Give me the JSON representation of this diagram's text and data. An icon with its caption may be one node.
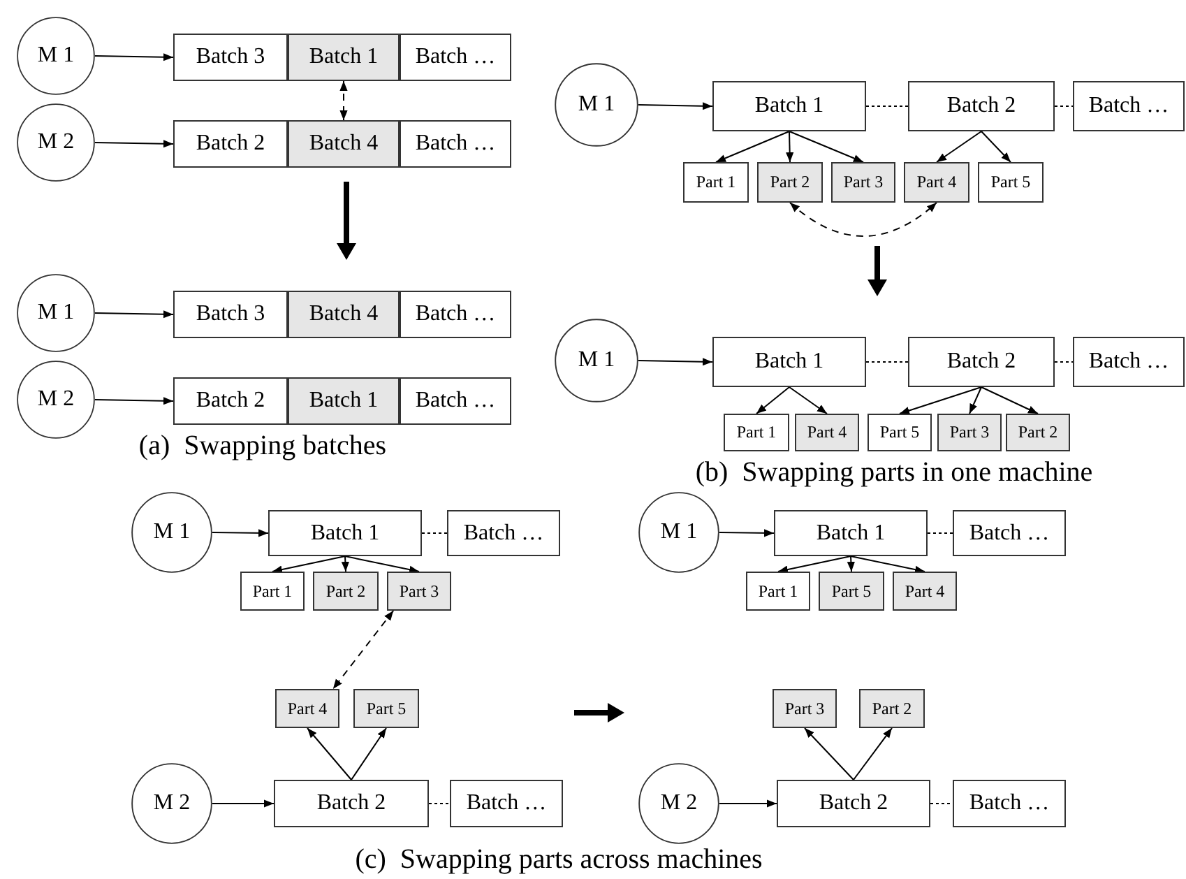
{
  "diagram": {
    "nodes": [
      {
        "text": [
          "M 1"
        ]
      },
      {
        "text": [
          "Batch 3"
        ]
      },
      {
        "text": [
          "Batch 1"
        ]
      },
      {
        "text": [
          "Batch …"
        ]
      },
      {
        "text": [
          "M 2"
        ]
      },
      {
        "text": [
          "Batch 2"
        ]
      },
      {
        "text": [
          "Batch 4"
        ]
      },
      {
        "text": [
          "Batch …"
        ]
      },
      {
        "text": [
          "M 1"
        ]
      },
      {
        "text": [
          "Batch 3"
        ]
      },
      {
        "text": [
          "Batch 4"
        ]
      },
      {
        "text": [
          "Batch …"
        ]
      },
      {
        "text": [
          "M 2"
        ]
      },
      {
        "text": [
          "Batch 2"
        ]
      },
      {
        "text": [
          "Batch 1"
        ]
      },
      {
        "text": [
          "Batch …"
        ]
      },
      {
        "text": [
          "M 1"
        ]
      },
      {
        "text": [
          "Batch 1"
        ]
      },
      {
        "text": [
          "Batch 2"
        ]
      },
      {
        "text": [
          "Batch …"
        ]
      },
      {
        "text": [
          "Part 1"
        ]
      },
      {
        "text": [
          "Part 2"
        ]
      },
      {
        "text": [
          "Part 3"
        ]
      },
      {
        "text": [
          "Part 4"
        ]
      },
      {
        "text": [
          "Part 5"
        ]
      },
      {
        "text": [
          "M 1"
        ]
      },
      {
        "text": [
          "Batch 1"
        ]
      },
      {
        "text": [
          "Batch 2"
        ]
      },
      {
        "text": [
          "Batch …"
        ]
      },
      {
        "text": [
          "Part 1"
        ]
      },
      {
        "text": [
          "Part 4"
        ]
      },
      {
        "text": [
          "Part 5"
        ]
      },
      {
        "text": [
          "Part 3"
        ]
      },
      {
        "text": [
          "Part 2"
        ]
      },
      {
        "text": [
          "M 1"
        ]
      },
      {
        "text": [
          "Batch 1"
        ]
      },
      {
        "text": [
          "Batch …"
        ]
      },
      {
        "text": [
          "Part 1"
        ]
      },
      {
        "text": [
          "Part 2"
        ]
      },
      {
        "text": [
          "Part 3"
        ]
      },
      {
        "text": [
          "Part 4"
        ]
      },
      {
        "text": [
          "Part 5"
        ]
      },
      {
        "text": [
          "M 2"
        ]
      },
      {
        "text": [
          "Batch 2"
        ]
      },
      {
        "text": [
          "Batch …"
        ]
      },
      {
        "text": [
          "M 1"
        ]
      },
      {
        "text": [
          "Batch 1"
        ]
      },
      {
        "text": [
          "Batch …"
        ]
      },
      {
        "text": [
          "Part 1"
        ]
      },
      {
        "text": [
          "Part 5"
        ]
      },
      {
        "text": [
          "Part 4"
        ]
      },
      {
        "text": [
          "Part 3"
        ]
      },
      {
        "text": [
          "Part 2"
        ]
      },
      {
        "text": [
          "M 2"
        ]
      },
      {
        "text": [
          "Batch 2"
        ]
      },
      {
        "text": [
          "Batch …"
        ]
      }
    ],
    "edges": [
      {
        "from": 0,
        "to": 1,
        "arrow": "to"
      },
      {
        "from": 2,
        "to": 6,
        "arrow": "both",
        "style": "dashed"
      },
      {
        "from": 4,
        "to": 5,
        "arrow": "to"
      },
      {
        "from": 8,
        "to": 9,
        "arrow": "to"
      },
      {
        "from": 12,
        "to": 13,
        "arrow": "to"
      },
      {
        "from": 16,
        "to": 17,
        "arrow": "to"
      },
      {
        "from": 17,
        "to": 18,
        "arrow": "none",
        "style": "dashed"
      },
      {
        "from": 18,
        "to": 19,
        "arrow": "none",
        "style": "dashed"
      },
      {
        "from": 17,
        "to": 20,
        "arrow": "to"
      },
      {
        "from": 17,
        "to": 21,
        "arrow": "to"
      },
      {
        "from": 17,
        "to": 22,
        "arrow": "to"
      },
      {
        "from": 18,
        "to": 23,
        "arrow": "to"
      },
      {
        "from": 18,
        "to": 24,
        "arrow": "to"
      },
      {
        "from": 21,
        "to": 23,
        "arrow": "both",
        "style": "dashed"
      },
      {
        "from": 25,
        "to": 26,
        "arrow": "to"
      },
      {
        "from": 26,
        "to": 27,
        "arrow": "none",
        "style": "dashed"
      },
      {
        "from": 27,
        "to": 28,
        "arrow": "none",
        "style": "dashed"
      },
      {
        "from": 26,
        "to": 29,
        "arrow": "to"
      },
      {
        "from": 26,
        "to": 30,
        "arrow": "to"
      },
      {
        "from": 27,
        "to": 31,
        "arrow": "to"
      },
      {
        "from": 27,
        "to": 32,
        "arrow": "to"
      },
      {
        "from": 27,
        "to": 33,
        "arrow": "to"
      },
      {
        "from": 34,
        "to": 35,
        "arrow": "to"
      },
      {
        "from": 35,
        "to": 36,
        "arrow": "none",
        "style": "dashed"
      },
      {
        "from": 35,
        "to": 37,
        "arrow": "to"
      },
      {
        "from": 35,
        "to": 38,
        "arrow": "to"
      },
      {
        "from": 35,
        "to": 39,
        "arrow": "to"
      },
      {
        "from": 39,
        "to": 40,
        "arrow": "both",
        "style": "dashed"
      },
      {
        "from": 43,
        "to": 40,
        "arrow": "to"
      },
      {
        "from": 43,
        "to": 41,
        "arrow": "to"
      },
      {
        "from": 42,
        "to": 43,
        "arrow": "to"
      },
      {
        "from": 43,
        "to": 44,
        "arrow": "none",
        "style": "dashed"
      },
      {
        "from": 45,
        "to": 46,
        "arrow": "to"
      },
      {
        "from": 46,
        "to": 47,
        "arrow": "none",
        "style": "dashed"
      },
      {
        "from": 46,
        "to": 48,
        "arrow": "to"
      },
      {
        "from": 46,
        "to": 49,
        "arrow": "to"
      },
      {
        "from": 46,
        "to": 50,
        "arrow": "to"
      },
      {
        "from": 54,
        "to": 51,
        "arrow": "to"
      },
      {
        "from": 54,
        "to": 52,
        "arrow": "to"
      },
      {
        "from": 53,
        "to": 54,
        "arrow": "to"
      },
      {
        "from": 54,
        "to": 55,
        "arrow": "none",
        "style": "dashed"
      }
    ],
    "labels": [
      "(a)  Swapping batches",
      "(b)  Swapping parts in one machine",
      "(c)  Swapping parts across machines"
    ]
  }
}
